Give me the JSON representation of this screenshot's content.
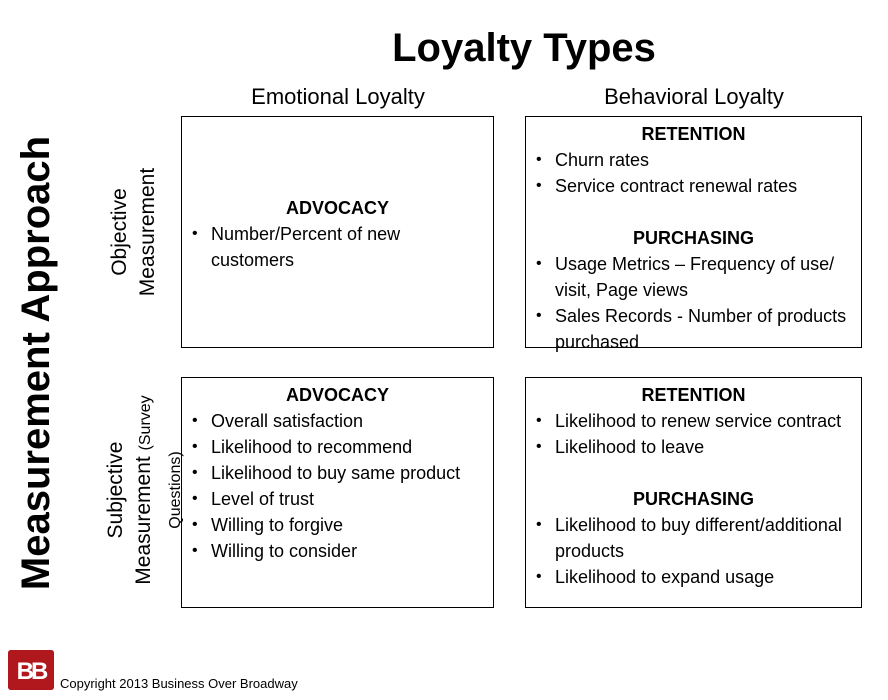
{
  "title": "Loyalty Types",
  "columns": [
    "Emotional Loyalty",
    "Behavioral Loyalty"
  ],
  "axis_label": "Measurement Approach",
  "rows": [
    {
      "line1": "Objective",
      "line2": "Measurement",
      "line2_suffix": ""
    },
    {
      "line1": "Subjective",
      "line2": "Measurement",
      "line2_suffix": "(Survey Questions)"
    }
  ],
  "quadrants": {
    "objective_emotional": {
      "sections": [
        {
          "heading": "ADVOCACY",
          "items": [
            "Number/Percent of new customers"
          ]
        }
      ]
    },
    "objective_behavioral": {
      "sections": [
        {
          "heading": "RETENTION",
          "items": [
            "Churn rates",
            "Service contract renewal rates"
          ]
        },
        {
          "heading": "PURCHASING",
          "items": [
            "Usage Metrics – Frequency of use/ visit, Page views",
            "Sales Records - Number of products purchased"
          ]
        }
      ]
    },
    "subjective_emotional": {
      "sections": [
        {
          "heading": "ADVOCACY",
          "items": [
            "Overall satisfaction",
            "Likelihood to recommend",
            "Likelihood to buy same product",
            "Level of trust",
            "Willing to forgive",
            "Willing to consider"
          ]
        }
      ]
    },
    "subjective_behavioral": {
      "sections": [
        {
          "heading": "RETENTION",
          "items": [
            "Likelihood to renew service contract",
            "Likelihood to leave"
          ]
        },
        {
          "heading": "PURCHASING",
          "items": [
            "Likelihood to buy different/additional products",
            "Likelihood to expand usage"
          ]
        }
      ]
    }
  },
  "bullet": "•",
  "footer": {
    "logo_letters": "BB",
    "copyright": "Copyright 2013 Business Over Broadway",
    "logo_color": "#b0181e"
  }
}
